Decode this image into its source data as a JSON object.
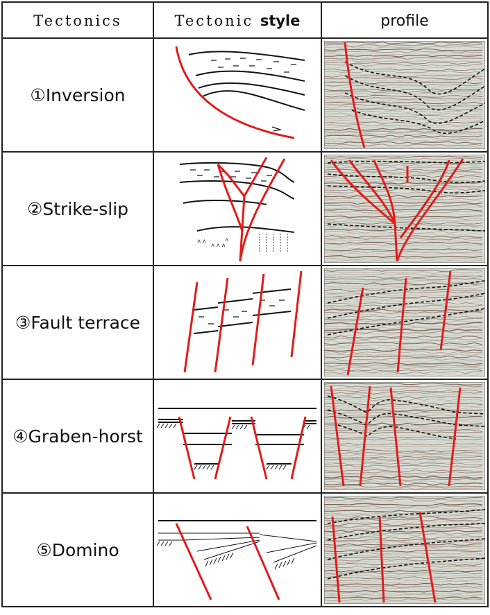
{
  "header": {
    "col1": "Tectonics",
    "col2_prefix": "Tectonic ",
    "col2_suffix": "style",
    "col3": "profile"
  },
  "rows": [
    {
      "num": "①",
      "name": "Inversion"
    },
    {
      "num": "②",
      "name": "Strike-slip"
    },
    {
      "num": "③",
      "name": "Fault terrace"
    },
    {
      "num": "④",
      "name": "Graben-horst"
    },
    {
      "num": "⑤",
      "name": "Domino"
    }
  ],
  "colors": {
    "fault_red": "#e21b1b",
    "line_black": "#111111",
    "seismic_bg": "#d8ddd4",
    "seismic_dark": "#5a3a30",
    "border": "#222222"
  }
}
